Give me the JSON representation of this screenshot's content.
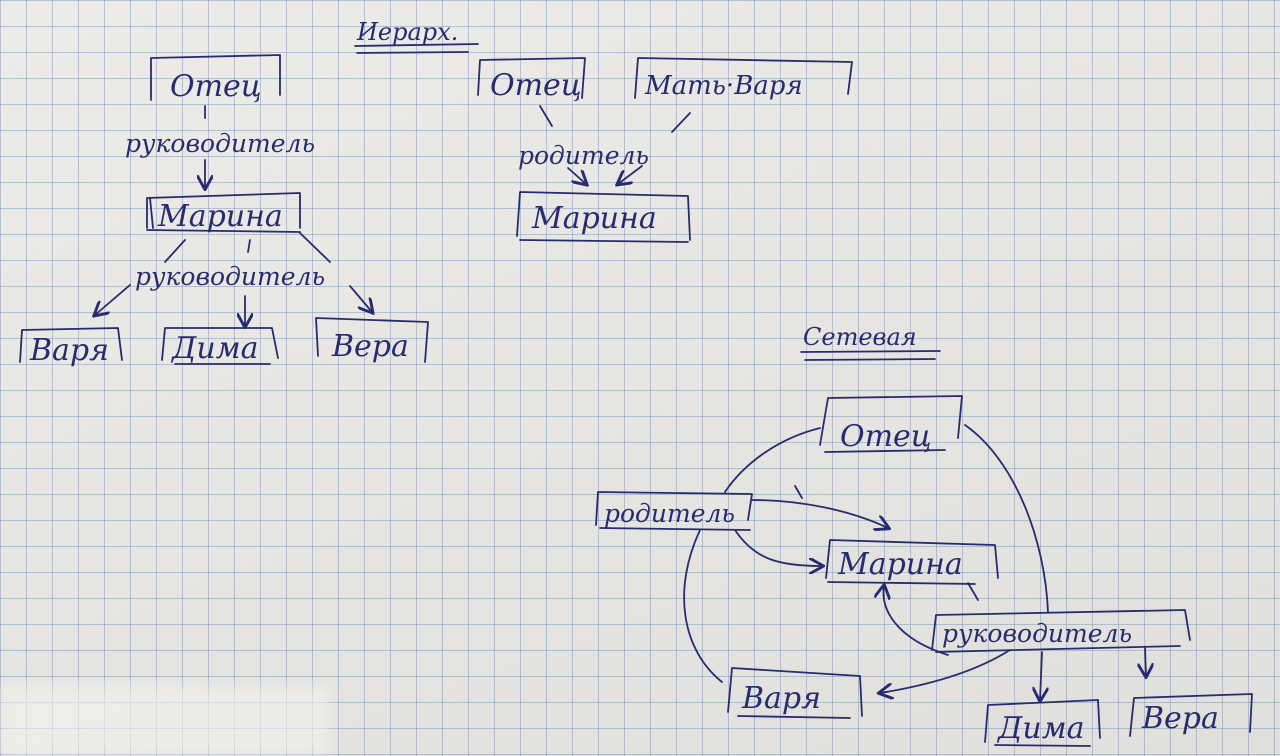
{
  "headings": {
    "hierarchical": "Иерарх.",
    "network": "Сетевая"
  },
  "diagram1": {
    "father": "Отец",
    "relation_top": "руководитель",
    "marina": "Марина",
    "relation_bottom": "руководитель",
    "varya": "Варя",
    "dima": "Дима",
    "vera": "Вера"
  },
  "diagram2": {
    "father": "Отец",
    "mother": "Мать·Варя",
    "relation": "родитель",
    "marina": "Марина"
  },
  "diagram3": {
    "father": "Отец",
    "relation_parent": "родитель",
    "marina": "Марина",
    "relation_manager": "руководитель",
    "varya": "Варя",
    "dima": "Дима",
    "vera": "Вера"
  },
  "colors": {
    "ink": "#2a2b6e",
    "paper": "#e9e8e4",
    "grid": "#788caf"
  }
}
